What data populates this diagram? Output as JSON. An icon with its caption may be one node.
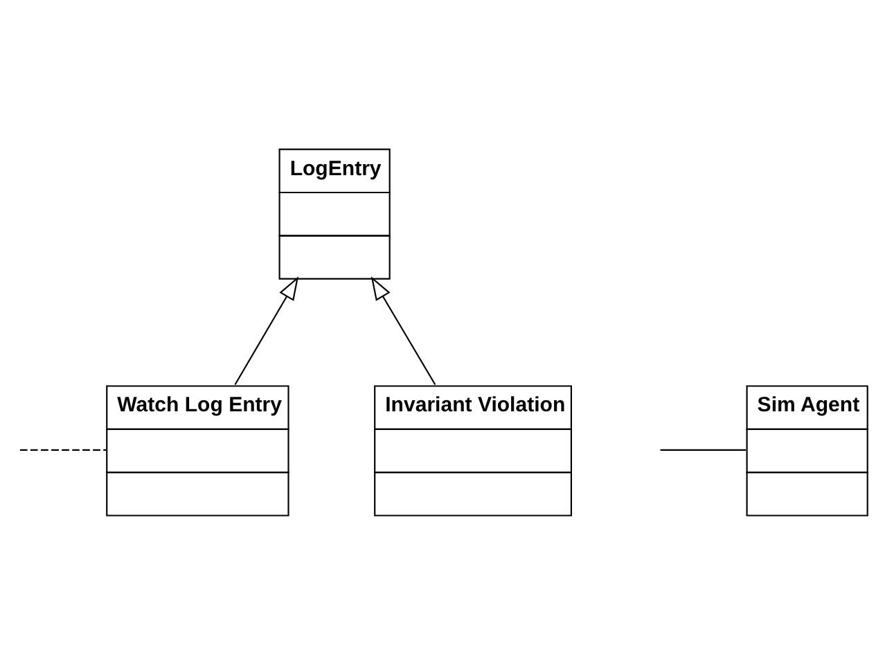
{
  "diagram": {
    "nodes": [
      {
        "text": [
          "LogEntry"
        ]
      },
      {
        "text": [
          "Sim Agent"
        ]
      },
      {
        "text": [
          "Watch Log Entry"
        ]
      },
      {
        "text": [
          "Invariant Violation"
        ]
      }
    ],
    "edges": [
      {
        "from": 2,
        "to": 0,
        "arrow": "to"
      },
      {
        "from": 3,
        "to": 0,
        "arrow": "to"
      },
      {
        "from": null,
        "to": 1,
        "arrow": "none"
      },
      {
        "from": null,
        "to": 2,
        "arrow": "none",
        "style": "dashed"
      }
    ]
  }
}
